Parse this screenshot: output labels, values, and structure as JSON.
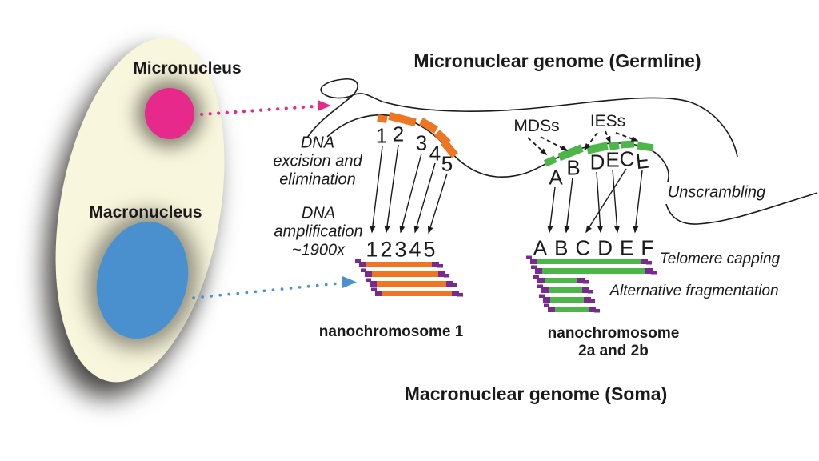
{
  "titles": {
    "micronuclear": "Micronuclear genome (Germline)",
    "macronuclear": "Macronuclear genome (Soma)"
  },
  "cell": {
    "micronucleus_label": "Micronucleus",
    "macronucleus_label": "Macronucleus"
  },
  "processes": {
    "excision": "DNA\nexcision and\nelimination",
    "amplification": "DNA\namplification\n~1900x",
    "unscrambling": "Unscrambling",
    "telomere_capping": "Telomere capping",
    "alternative_fragmentation": "Alternative fragmentation"
  },
  "micronuclear_locus1": {
    "segment_labels": [
      "1",
      "2",
      "3",
      "4",
      "5"
    ]
  },
  "micronuclear_locus2": {
    "mds_label": "MDSs",
    "ies_label": "IESs",
    "segment_labels": [
      "A",
      "B",
      "D",
      "E",
      "C",
      "F"
    ],
    "last_segment_inverted": true
  },
  "macronuclear_locus1": {
    "segment_order": [
      "1",
      "2",
      "3",
      "4",
      "5"
    ],
    "name": "nanochromosome 1",
    "copies_shown": 4
  },
  "macronuclear_locus2": {
    "segment_order": [
      "A",
      "B",
      "C",
      "D",
      "E",
      "F"
    ],
    "name": "nanochromosome\n2a and 2b",
    "long_copies_shown": 2,
    "short_copies_shown": 4
  },
  "palette": {
    "micronucleus_pink": "#E8298C",
    "macronucleus_blue": "#4A90CE",
    "cell_cream": "#F8F6DC",
    "mds_orange": "#EE7623",
    "mds_green": "#4CB648",
    "telomere_purple": "#7A2A8F",
    "strand_black": "#1A1A1A"
  }
}
